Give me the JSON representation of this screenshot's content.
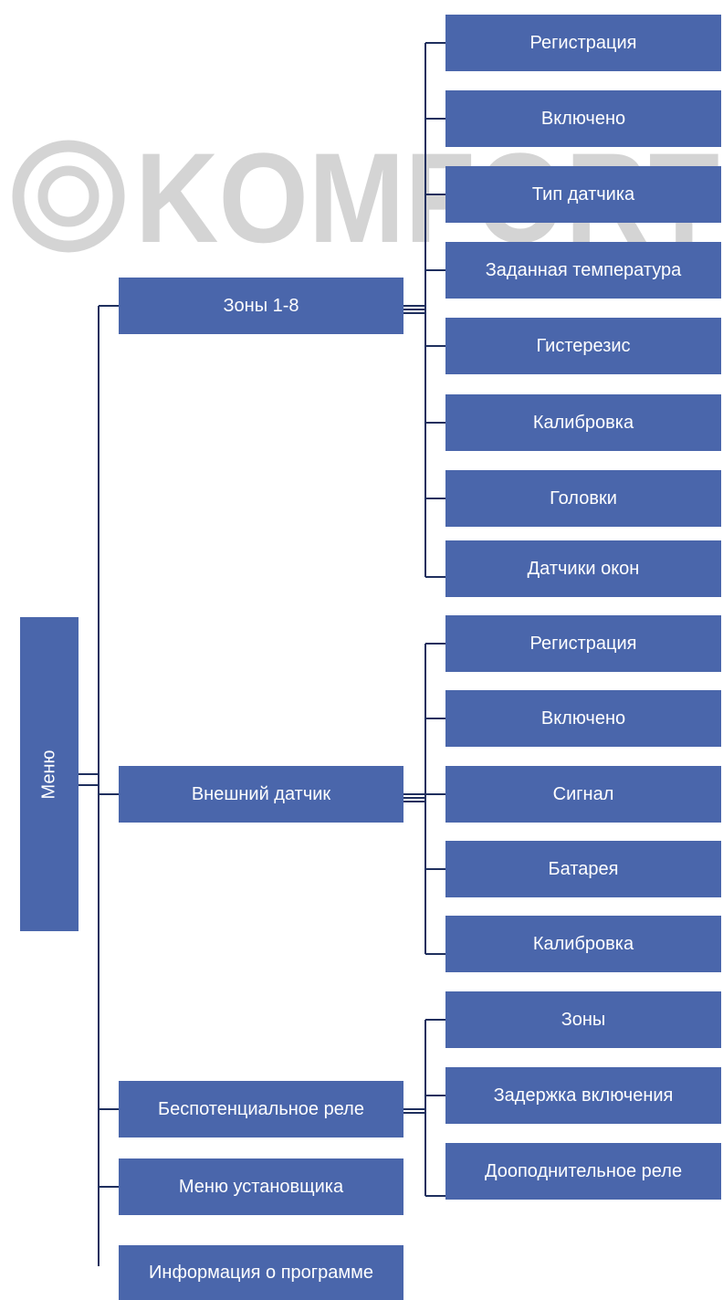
{
  "watermark": {
    "text": "KOMFORT",
    "color": "#d4d4d4"
  },
  "colors": {
    "box": "#4a66ab",
    "box_text": "#ffffff",
    "connector": "#1f2f5e"
  },
  "menu": {
    "label": "Меню",
    "items": [
      {
        "label": "Зоны 1-8",
        "children": [
          "Регистрация",
          "Включено",
          "Тип датчика",
          "Заданная температура",
          "Гистерезис",
          "Калибровка",
          "Головки",
          "Датчики окон"
        ]
      },
      {
        "label": "Внешний датчик",
        "children": [
          "Регистрация",
          "Включено",
          "Сигнал",
          "Батарея",
          "Калибровка"
        ]
      },
      {
        "label": "Беспотенциальное реле",
        "children": [
          "Зоны",
          "Задержка включения",
          "Дооподнительное реле"
        ]
      },
      {
        "label": "Меню установщика",
        "children": []
      },
      {
        "label": "Информация о программе",
        "children": []
      }
    ]
  }
}
